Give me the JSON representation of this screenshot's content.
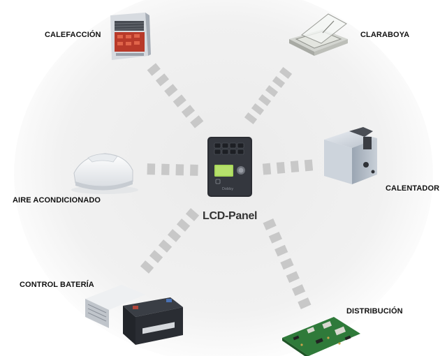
{
  "center": {
    "caption": "LCD-Panel",
    "brand_mark": "Dobby",
    "icon": "lcd-control-panel-icon"
  },
  "devices": [
    {
      "id": "heating",
      "label": "CALEFACCIÓN",
      "icon": "heater-icon"
    },
    {
      "id": "skylight",
      "label": "CLARABOYA",
      "icon": "skylight-icon"
    },
    {
      "id": "air",
      "label": "AIRE ACONDICIONADO",
      "icon": "air-conditioner-icon"
    },
    {
      "id": "water-heater",
      "label": "CALENTADOR",
      "icon": "water-heater-icon"
    },
    {
      "id": "battery",
      "label": "CONTROL BATERÍA",
      "icon": "battery-icon"
    },
    {
      "id": "distribution",
      "label": "DISTRIBUCIÓN",
      "icon": "circuit-board-icon"
    }
  ],
  "colors": {
    "background_glow": "#e8e8e8",
    "connector": "#c8c8c8",
    "panel_body": "#2b2d33",
    "lcd_screen": "#a8d85a",
    "board_green": "#2f7a3a",
    "heater_red": "#b83a2a",
    "battery_dark": "#2a2d33"
  }
}
